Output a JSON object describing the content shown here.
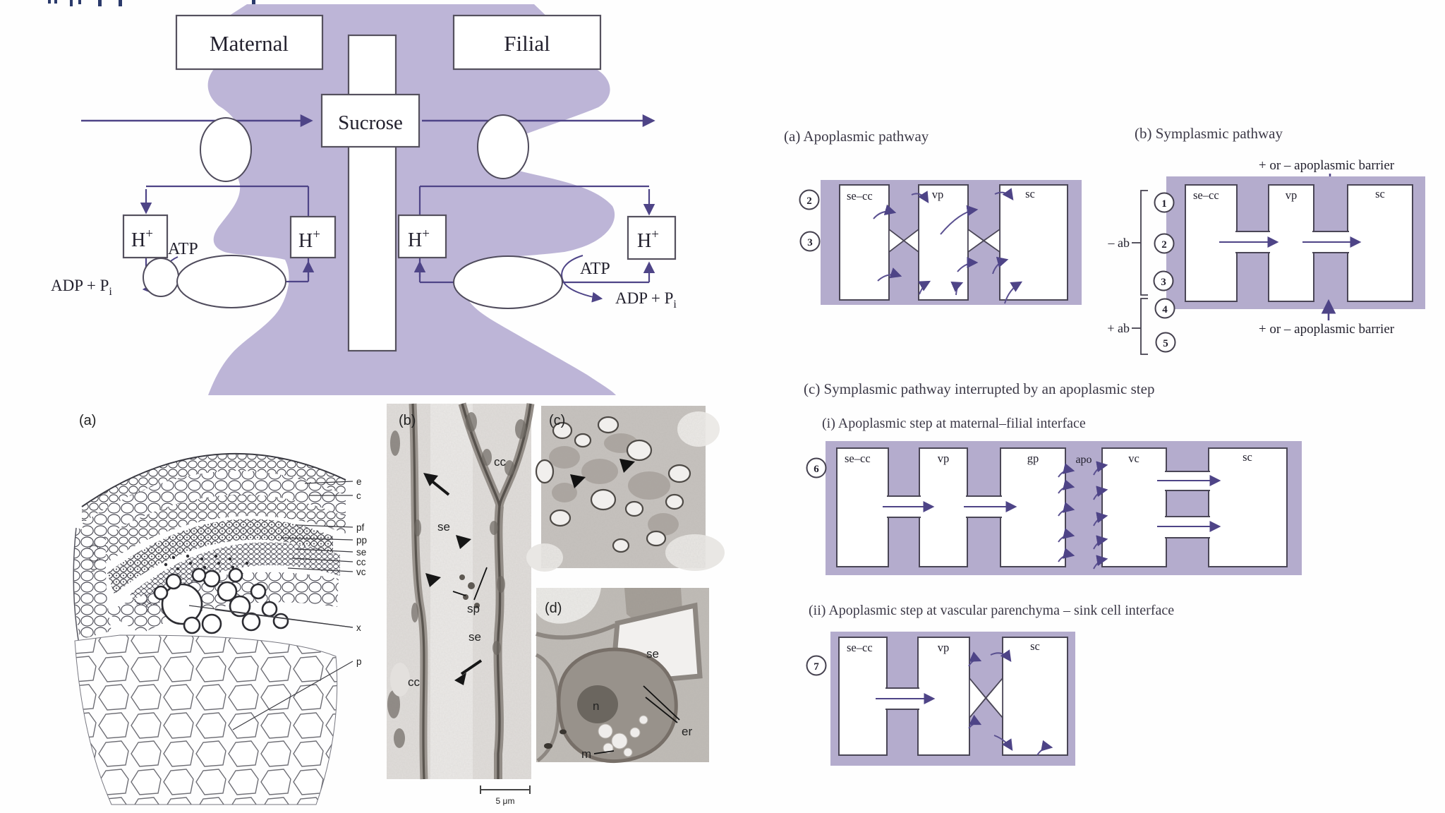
{
  "colors": {
    "blob_purple": "#bdb5d7",
    "panel_purple": "#b4accd",
    "arrow_purple": "#4e4487",
    "ink": "#23212e",
    "heading": "#3c3947",
    "wall_stroke": "#4a4656",
    "micro_gray": "#c6c2be"
  },
  "top_diagram": {
    "maternal": "Maternal",
    "filial": "Filial",
    "sucrose": "Sucrose",
    "h": "H",
    "h_sup": "+",
    "atp": "ATP",
    "adp": "ADP + P",
    "adp_sub": "i"
  },
  "micrographs": {
    "a": {
      "tag": "(a)",
      "labels": [
        "e",
        "c",
        "pf",
        "pp",
        "se",
        "cc",
        "vc",
        "x",
        "p"
      ]
    },
    "b": {
      "tag": "(b)",
      "labels": [
        "cc",
        "se",
        "sp",
        "se",
        "cc"
      ],
      "scale_bar": "5 μm"
    },
    "c": {
      "tag": "(c)"
    },
    "d": {
      "tag": "(d)",
      "labels": [
        "se",
        "n",
        "er",
        "m"
      ]
    }
  },
  "pathways": {
    "a": {
      "title": "(a) Apoplasmic pathway",
      "cells": [
        "se–cc",
        "vp",
        "sc"
      ],
      "numbers": [
        "2",
        "3"
      ]
    },
    "b": {
      "title": "(b) Symplasmic pathway",
      "cells": [
        "se–cc",
        "vp",
        "sc"
      ],
      "numbers": [
        "1",
        "2",
        "3",
        "4",
        "5"
      ],
      "barrier_top": "+ or – apoplasmic barrier",
      "barrier_bottom": "+ or – apoplasmic barrier",
      "minus_ab": "– ab",
      "plus_ab": "+ ab"
    },
    "c_title": "(c) Symplasmic pathway interrupted by an apoplasmic step",
    "ci": {
      "title": "(i) Apoplasmic step at maternal–filial interface",
      "number": "6",
      "cells": [
        "se–cc",
        "vp",
        "gp",
        "vc",
        "sc"
      ],
      "apo": "apo"
    },
    "cii": {
      "title": "(ii) Apoplasmic step at vascular parenchyma – sink cell interface",
      "number": "7",
      "cells": [
        "se–cc",
        "vp",
        "sc"
      ]
    }
  }
}
